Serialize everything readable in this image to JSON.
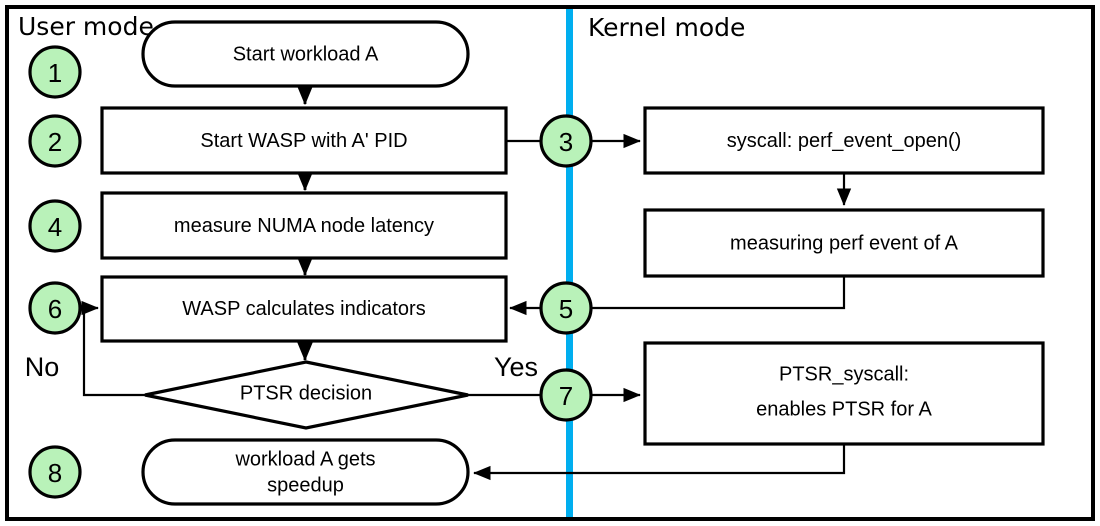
{
  "diagram": {
    "title": "WASP / PTSR workflow across user mode and kernel mode",
    "colors": {
      "step_circle_fill": "#b9f2b9",
      "divider": "#00aeef",
      "stroke": "#000000",
      "node_fill": "#ffffff"
    },
    "lanes": [
      {
        "id": "user",
        "label": "User mode"
      },
      {
        "id": "kernel",
        "label": "Kernel mode"
      }
    ],
    "steps": [
      {
        "id": "s1",
        "number": "1"
      },
      {
        "id": "s2",
        "number": "2"
      },
      {
        "id": "s3",
        "number": "3"
      },
      {
        "id": "s4",
        "number": "4"
      },
      {
        "id": "s5",
        "number": "5"
      },
      {
        "id": "s6",
        "number": "6"
      },
      {
        "id": "s7",
        "number": "7"
      },
      {
        "id": "s8",
        "number": "8"
      }
    ],
    "nodes": [
      {
        "id": "n1",
        "shape": "stadium",
        "lane": "user",
        "line1": "Start workload A",
        "line2": ""
      },
      {
        "id": "n2",
        "shape": "rect",
        "lane": "user",
        "line1": "Start WASP with A' PID",
        "line2": ""
      },
      {
        "id": "n3",
        "shape": "rect",
        "lane": "kernel",
        "line1": "syscall: perf_event_open()",
        "line2": ""
      },
      {
        "id": "n4",
        "shape": "rect",
        "lane": "user",
        "line1": "measure NUMA node latency",
        "line2": ""
      },
      {
        "id": "n5",
        "shape": "rect",
        "lane": "kernel",
        "line1": "measuring perf event of A",
        "line2": ""
      },
      {
        "id": "n6",
        "shape": "rect",
        "lane": "user",
        "line1": "WASP calculates indicators",
        "line2": ""
      },
      {
        "id": "n7",
        "shape": "diamond",
        "lane": "user",
        "line1": "PTSR decision",
        "line2": ""
      },
      {
        "id": "n8",
        "shape": "rect",
        "lane": "kernel",
        "line1": "PTSR_syscall:",
        "line2": "enables PTSR for A"
      },
      {
        "id": "n9",
        "shape": "stadium",
        "lane": "user",
        "line1": "workload A gets",
        "line2": "speedup"
      }
    ],
    "branches": {
      "no_label": "No",
      "yes_label": "Yes"
    }
  }
}
